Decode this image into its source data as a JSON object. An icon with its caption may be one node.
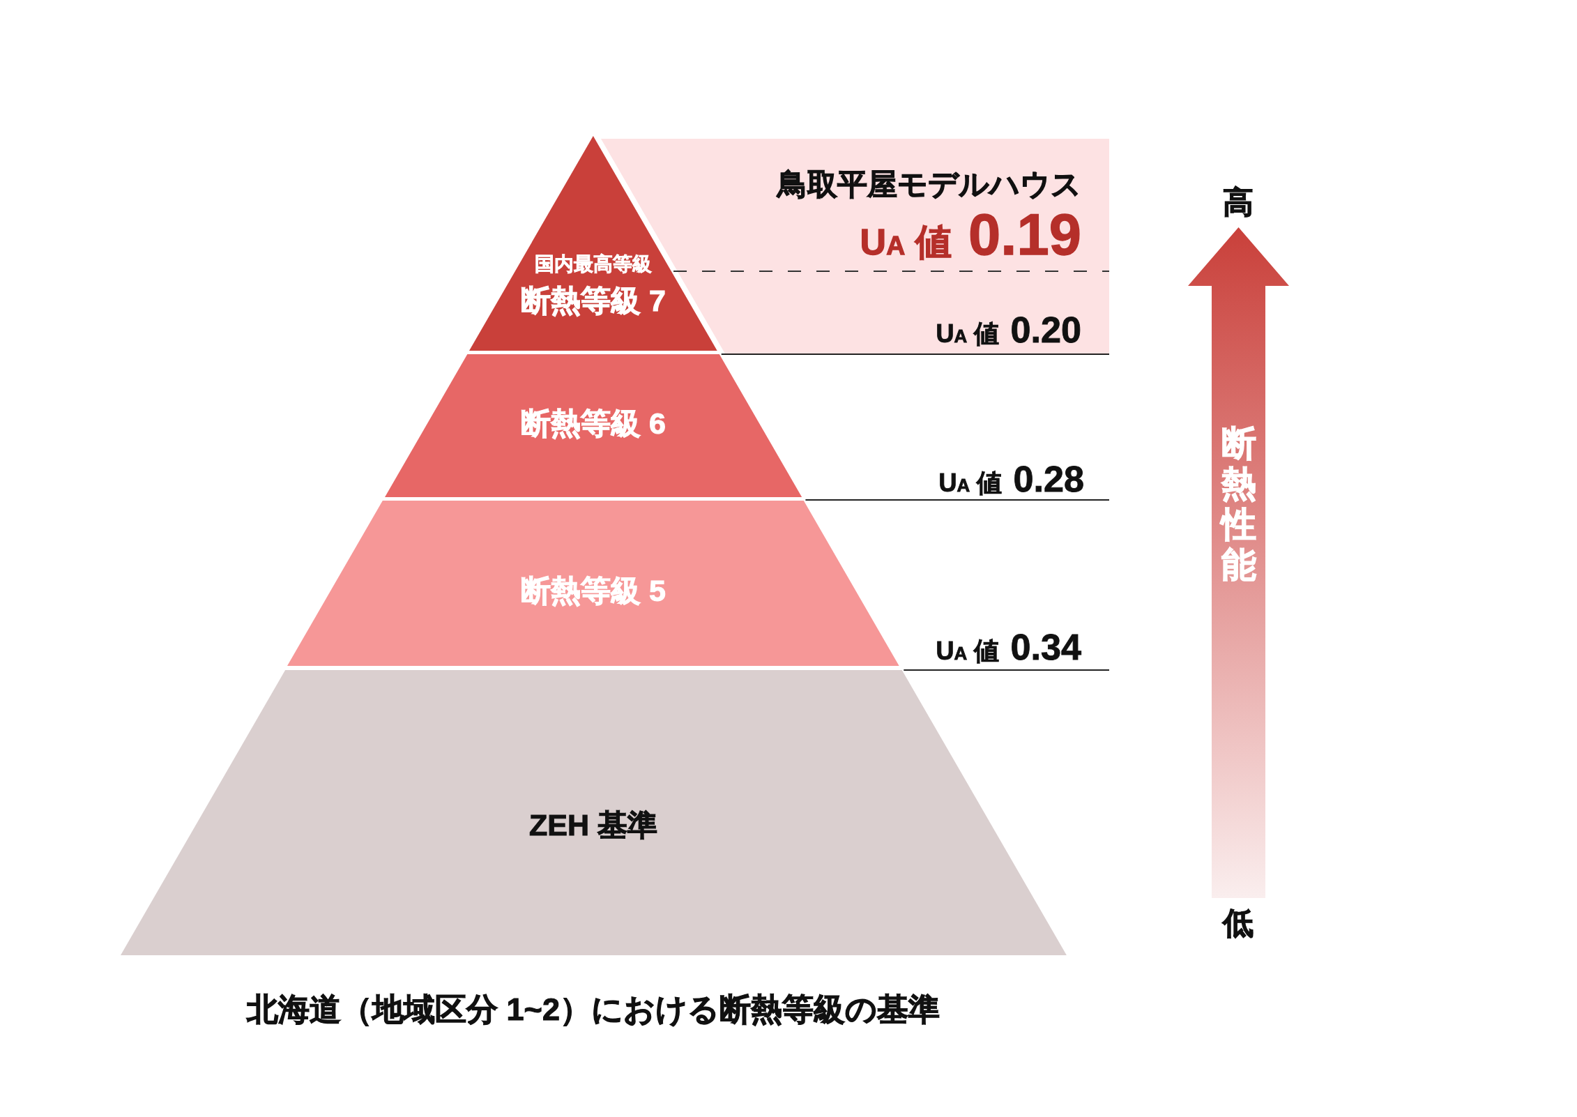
{
  "diagram": {
    "caption": "北海道（地域区分 1~2）における断熱等級の基準",
    "nodes": [
      {
        "text": [
          "国内最高等級",
          "断熱等級 7"
        ]
      },
      {
        "text": [
          "断熱等級 6"
        ]
      },
      {
        "text": [
          "断熱等級 5"
        ]
      },
      {
        "text": [
          "ZEH 基準"
        ]
      },
      {
        "text": [
          "鳥取平屋モデルハウス",
          "U$_{A}$ 値 0.19",
          "U$_{A}$ 値 0.20"
        ]
      },
      {
        "text": [
          "断熱性能"
        ],
        "beside": [
          "高",
          "低"
        ]
      }
    ],
    "labels": [
      "U$_{A}$ 値 0.28",
      "U$_{A}$ 値 0.34"
    ]
  }
}
